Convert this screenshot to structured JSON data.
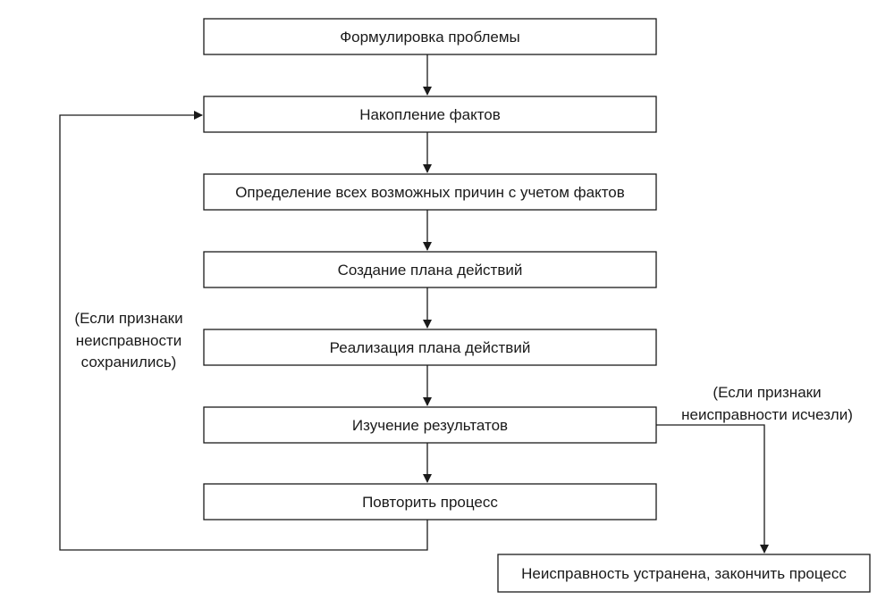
{
  "steps": [
    {
      "id": "formulate",
      "label": "Формулировка проблемы"
    },
    {
      "id": "collect",
      "label": "Накопление фактов"
    },
    {
      "id": "causes",
      "label": "Определение всех возможных причин с учетом фактов"
    },
    {
      "id": "plan",
      "label": "Создание плана действий"
    },
    {
      "id": "execute",
      "label": "Реализация плана действий"
    },
    {
      "id": "study",
      "label": "Изучение результатов"
    },
    {
      "id": "repeat",
      "label": "Повторить процесс"
    }
  ],
  "end_step": {
    "label": "Неисправность устранена, закончить процесс"
  },
  "notes": {
    "loop_condition": [
      "(Если признаки",
      "неисправности",
      "сохранились)"
    ],
    "exit_condition": [
      "(Если признаки",
      "неисправности исчезли)"
    ]
  }
}
